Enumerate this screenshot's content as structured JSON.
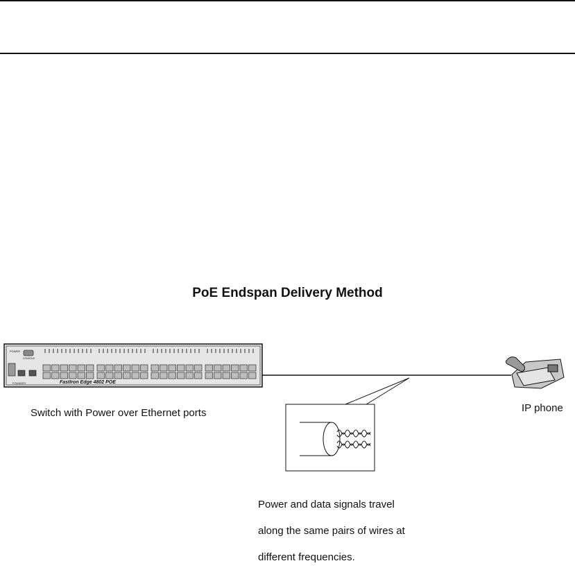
{
  "title": "PoE Endspan Delivery Method",
  "switch": {
    "caption": "Switch with Power over Ethernet ports",
    "model_label": "FastIron Edge 4802 POE",
    "brand_label": "FOUNDRY",
    "console_label": "CONSOLE",
    "power_label": "POWER"
  },
  "phone": {
    "caption": "IP phone"
  },
  "cable_callout": {
    "caption_lines": [
      "Power and data signals travel",
      "along the same pairs of wires at",
      "different frequencies."
    ]
  },
  "colors": {
    "line": "#111111",
    "device_fill": "#d9d9d9",
    "port_fill": "#bdbdbd"
  }
}
